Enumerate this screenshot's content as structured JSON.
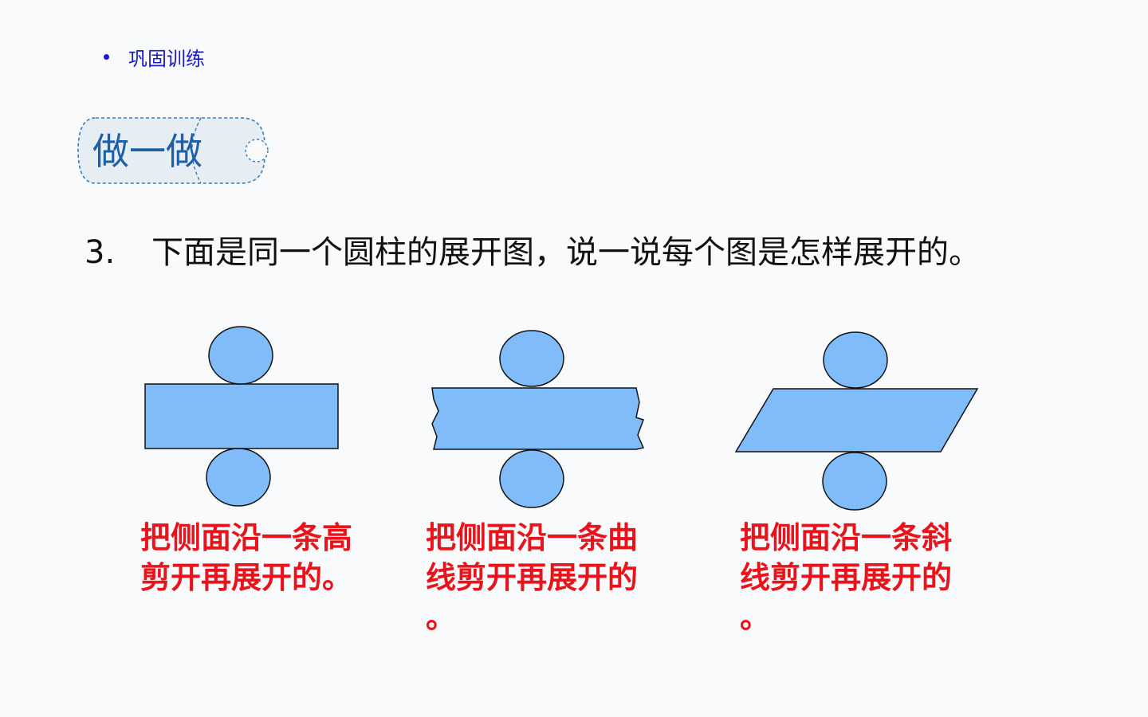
{
  "header": {
    "bullet_text": "巩固训练"
  },
  "badge": {
    "text": "做一做"
  },
  "question": {
    "number": "3.",
    "text": "下面是同一个圆柱的展开图，说一说每个图是怎样展开的。"
  },
  "figures": [
    {
      "shape": "rectangle",
      "caption_lines": [
        "把侧面沿一条高",
        "剪开再展开的。"
      ]
    },
    {
      "shape": "wavy-rectangle",
      "caption_lines": [
        "把侧面沿一条曲",
        "线剪开再展开的",
        "。"
      ]
    },
    {
      "shape": "parallelogram",
      "caption_lines": [
        "把侧面沿一条斜",
        "线剪开再展开的",
        "。"
      ]
    }
  ],
  "colors": {
    "shape_fill": "#80bcfa",
    "shape_stroke": "#111111",
    "caption": "#e8131b",
    "bullet": "#1a1acc",
    "badge_text": "#1f5fa8",
    "badge_fill": "#e6eef4"
  }
}
